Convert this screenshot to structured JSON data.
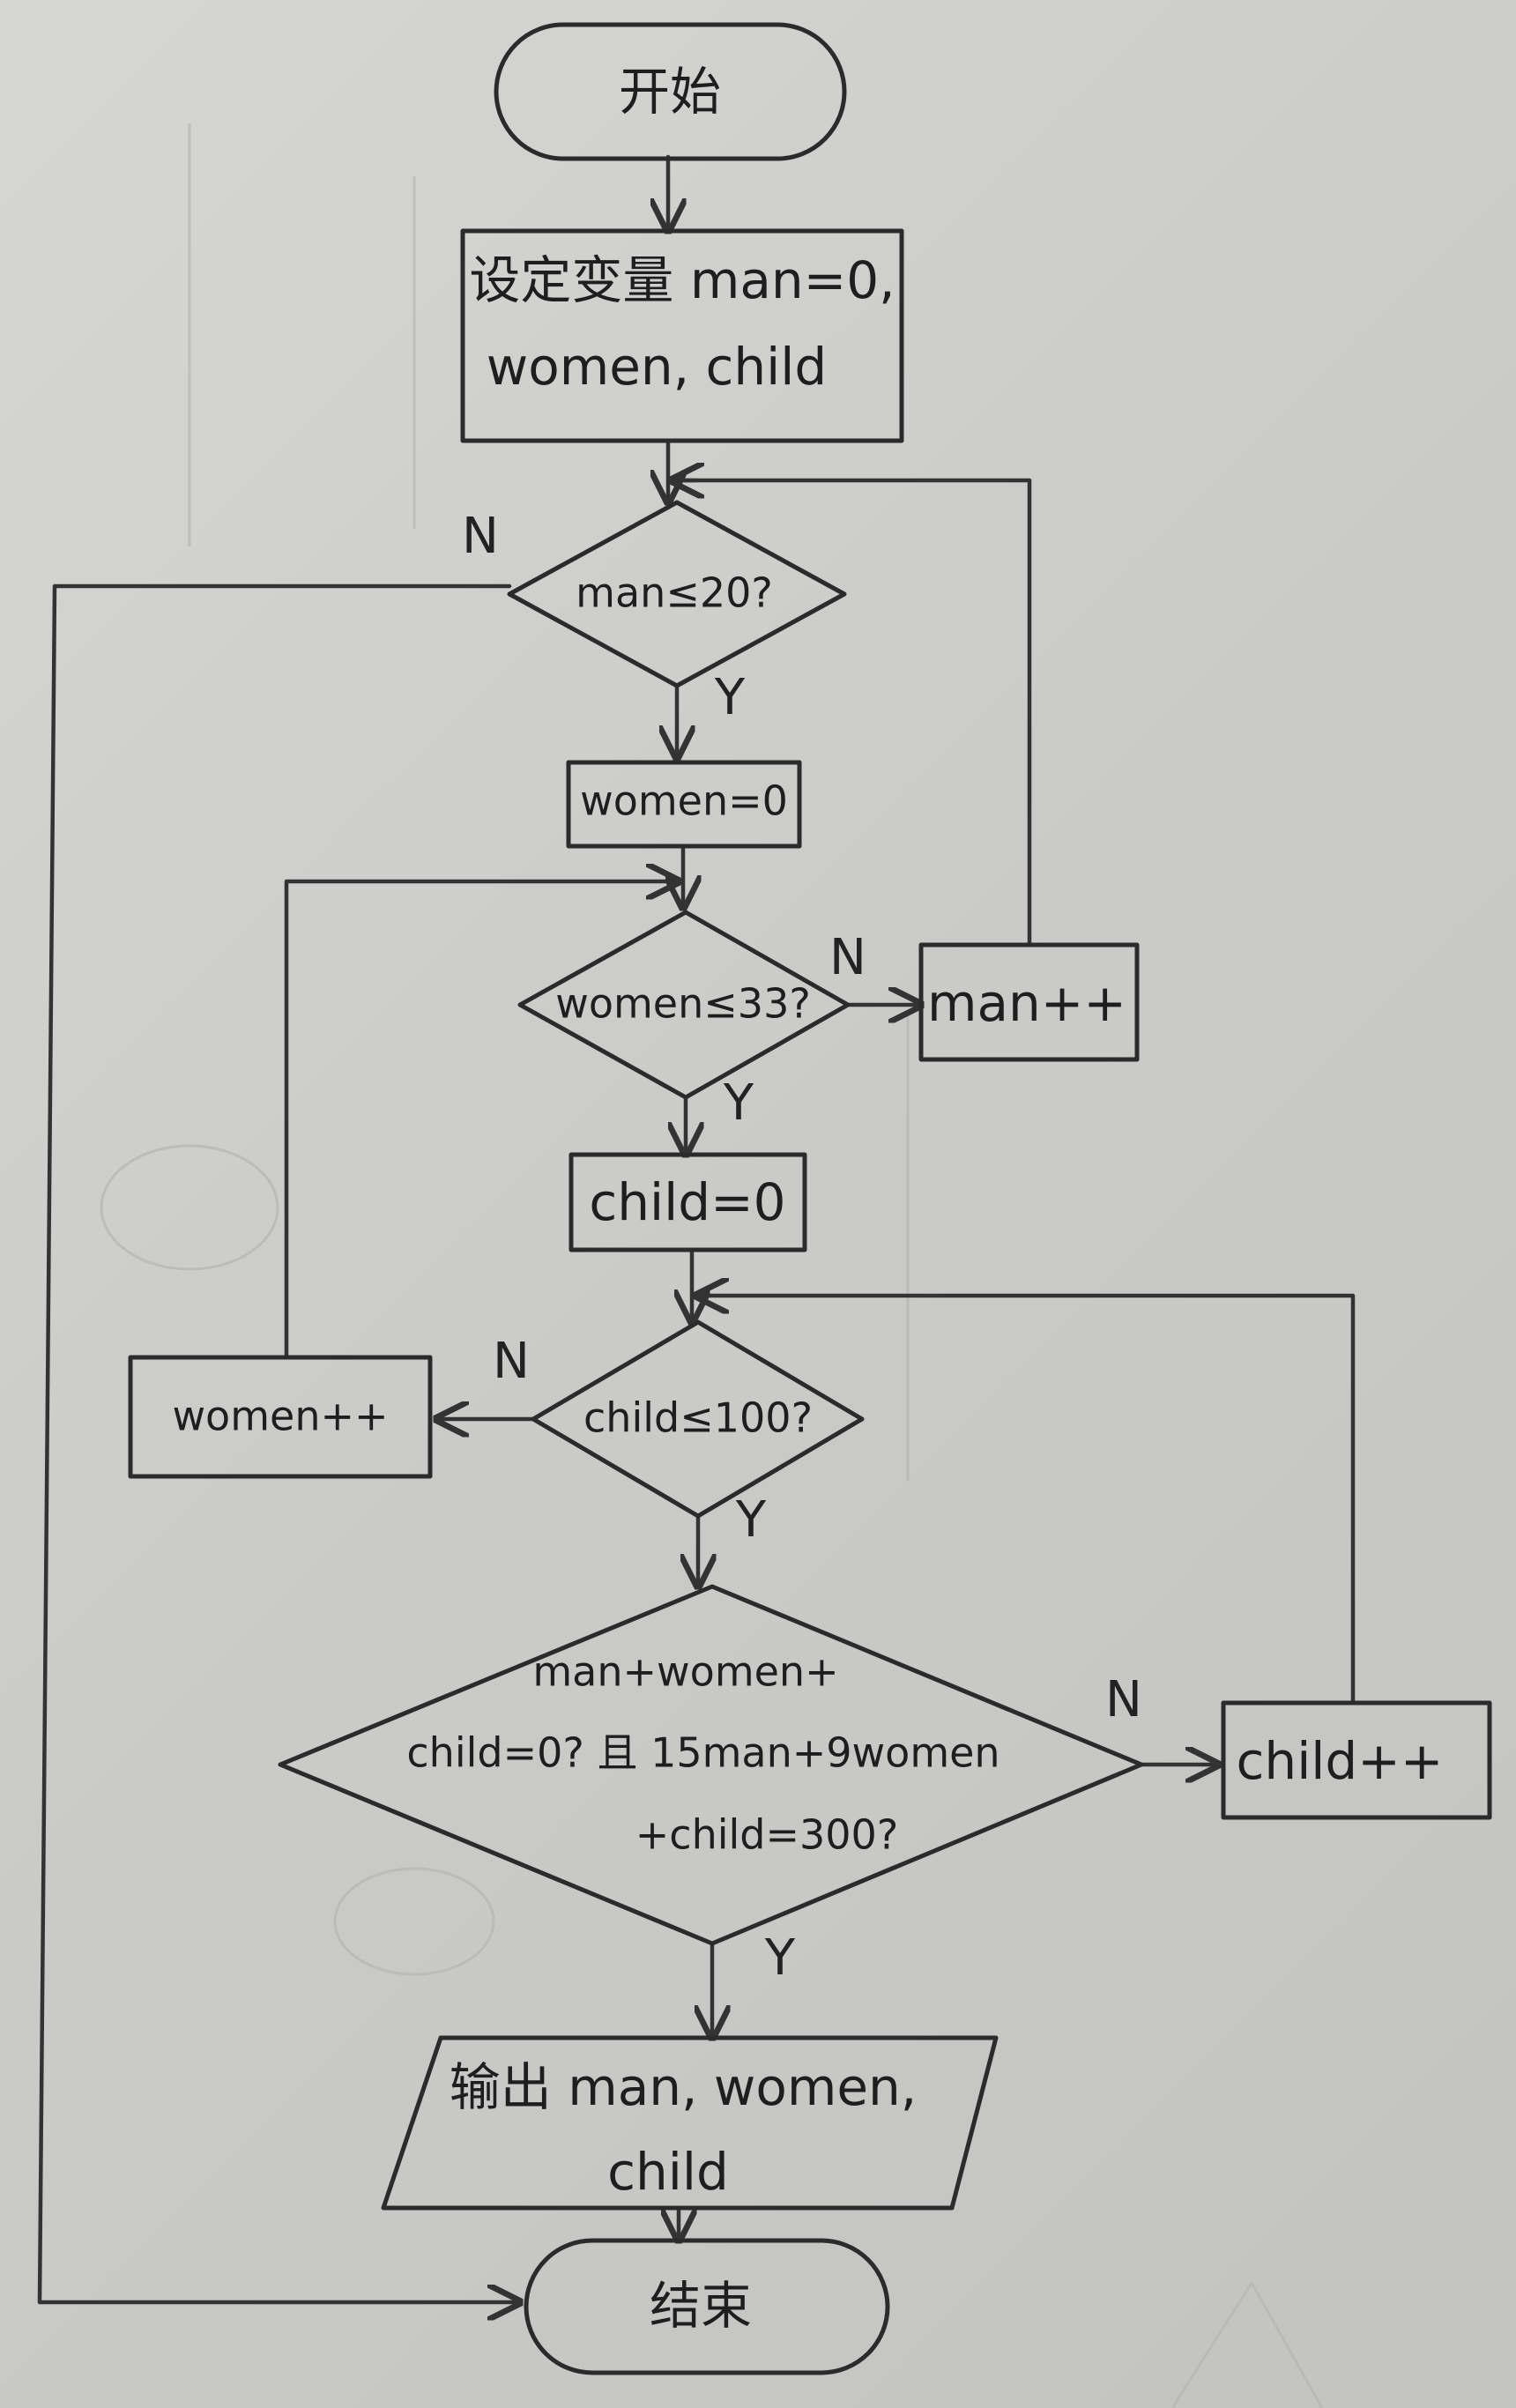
{
  "nodes": {
    "start": "开始",
    "init_line1": "设定变量 man=0,",
    "init_line2": "women, child",
    "cond_man": "man≤20?",
    "women_reset": "women=0",
    "cond_women": "women≤33?",
    "man_inc": "man++",
    "child_reset": "child=0",
    "cond_child": "child≤100?",
    "women_inc": "women++",
    "check_line1": "man+women+",
    "check_line2": "child=0? 且 15man+9women",
    "check_line3": "+child=300?",
    "child_inc": "child++",
    "output_line1": "输出 man, women,",
    "output_line2": "child",
    "end": "结束"
  },
  "branches": {
    "yes": "Y",
    "no": "N"
  }
}
